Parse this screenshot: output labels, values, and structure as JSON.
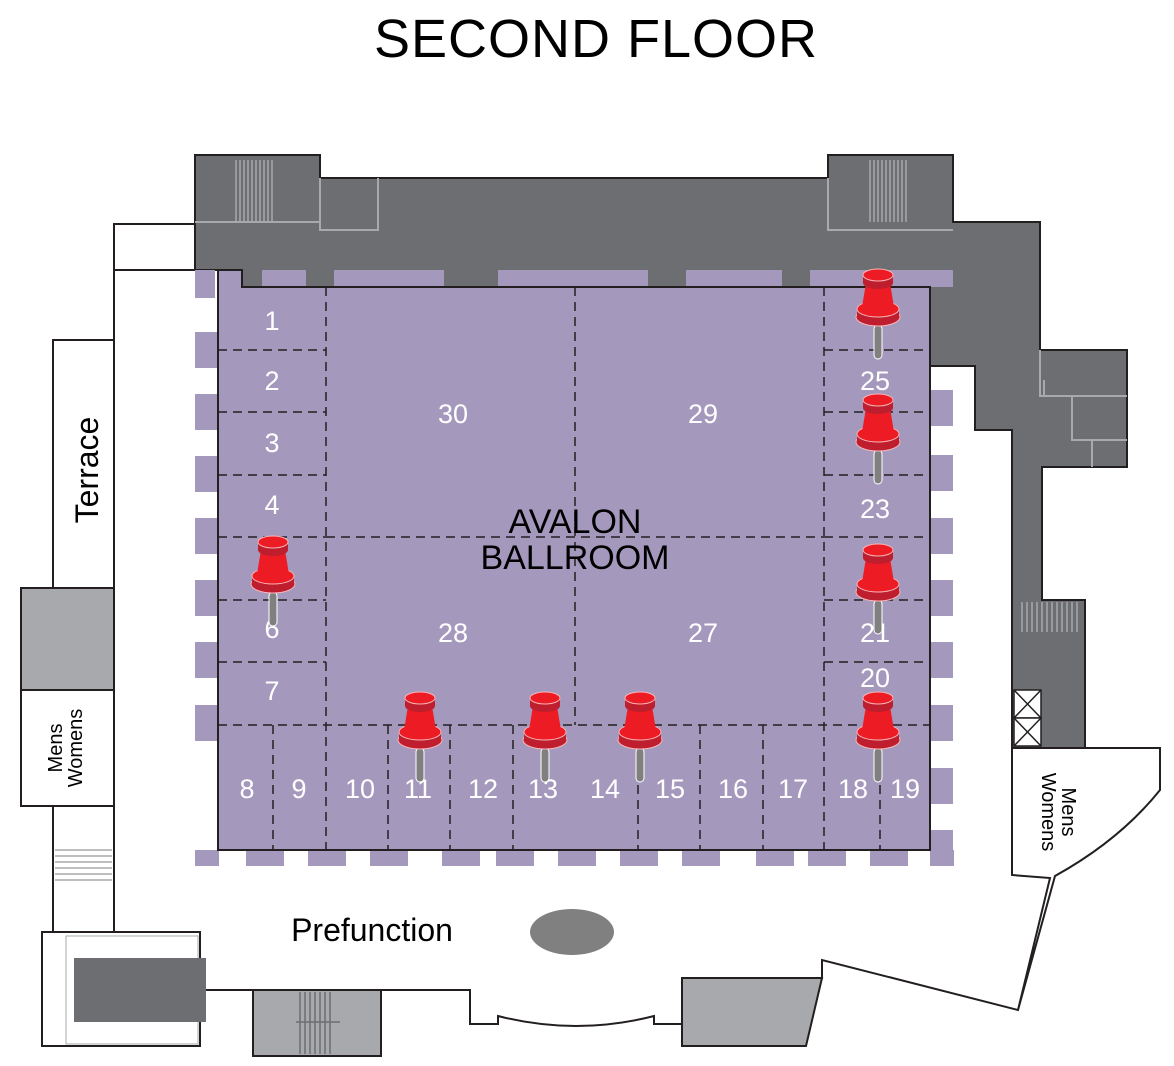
{
  "title": "SECOND FLOOR",
  "ballroom": {
    "name_line1": "AVALON",
    "name_line2": "BALLROOM"
  },
  "areas": {
    "terrace": "Terrace",
    "prefunction": "Prefunction",
    "restroom_left": {
      "line1": "Mens",
      "line2": "Womens"
    },
    "restroom_right": {
      "line1": "Mens",
      "line2": "Womens"
    }
  },
  "rooms": [
    "1",
    "2",
    "3",
    "4",
    "6",
    "7",
    "8",
    "9",
    "10",
    "11",
    "12",
    "13",
    "14",
    "15",
    "16",
    "17",
    "18",
    "19",
    "20",
    "21",
    "23",
    "25",
    "27",
    "28",
    "29",
    "30"
  ],
  "pins": [
    "5",
    "26",
    "24",
    "22",
    "20",
    "11",
    "13",
    "14"
  ],
  "colors": {
    "ballroom": "#a499bd",
    "service": "#6d6e71",
    "stairs": "#a7a9ac",
    "pin": "#ed1c24",
    "pin_dark": "#be1e2d"
  }
}
